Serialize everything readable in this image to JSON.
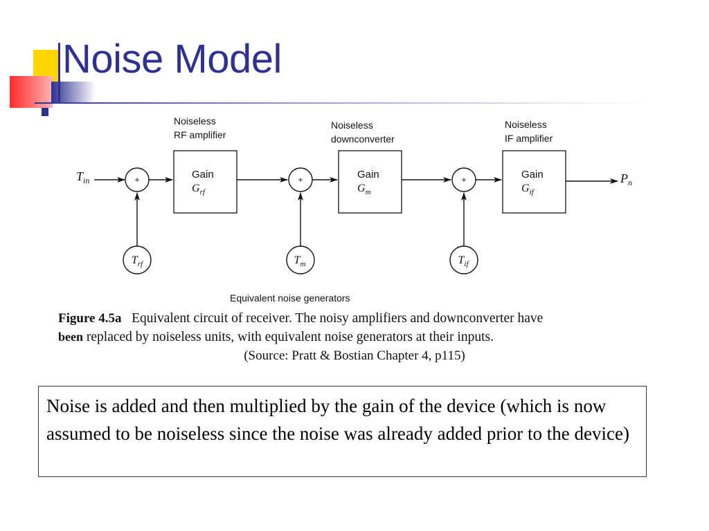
{
  "slide": {
    "title": "Noise Model",
    "accent_colors": {
      "title": "#2e3192",
      "yellow": "#ffd400",
      "red": "#ff0000",
      "blue": "#2e3192"
    }
  },
  "diagram": {
    "input_label": {
      "sym": "T",
      "sub": "in"
    },
    "output_label": {
      "sym": "P",
      "sub": "n"
    },
    "stages": [
      {
        "caption_lines": [
          "Noiseless",
          "RF amplifier"
        ],
        "gain_label": "Gain",
        "gain_sym": "G",
        "gain_sub": "rf",
        "gen_sym": "T",
        "gen_sub": "rf"
      },
      {
        "caption_lines": [
          "Noiseless",
          "downconverter"
        ],
        "gain_label": "Gain",
        "gain_sym": "G",
        "gain_sub": "m",
        "gen_sym": "T",
        "gen_sub": "m"
      },
      {
        "caption_lines": [
          "Noiseless",
          "IF amplifier"
        ],
        "gain_label": "Gain",
        "gain_sym": "G",
        "gain_sub": "if",
        "gen_sym": "T",
        "gen_sub": "if"
      }
    ],
    "summer_symbol": "+",
    "generators_caption": "Equivalent noise generators"
  },
  "figure": {
    "number": "Figure 4.5a",
    "caption_line1": "Equivalent circuit of receiver. The noisy amplifiers and downconverter have",
    "caption_line2_lead": "been",
    "caption_line2": "replaced by noiseless units, with equivalent noise generators at their inputs.",
    "source": "(Source: Pratt & Bostian Chapter 4, p115)"
  },
  "note": {
    "text": "Noise is added and then multiplied by the gain of the device (which is now assumed to be noiseless since the noise was already added prior to the device)"
  }
}
